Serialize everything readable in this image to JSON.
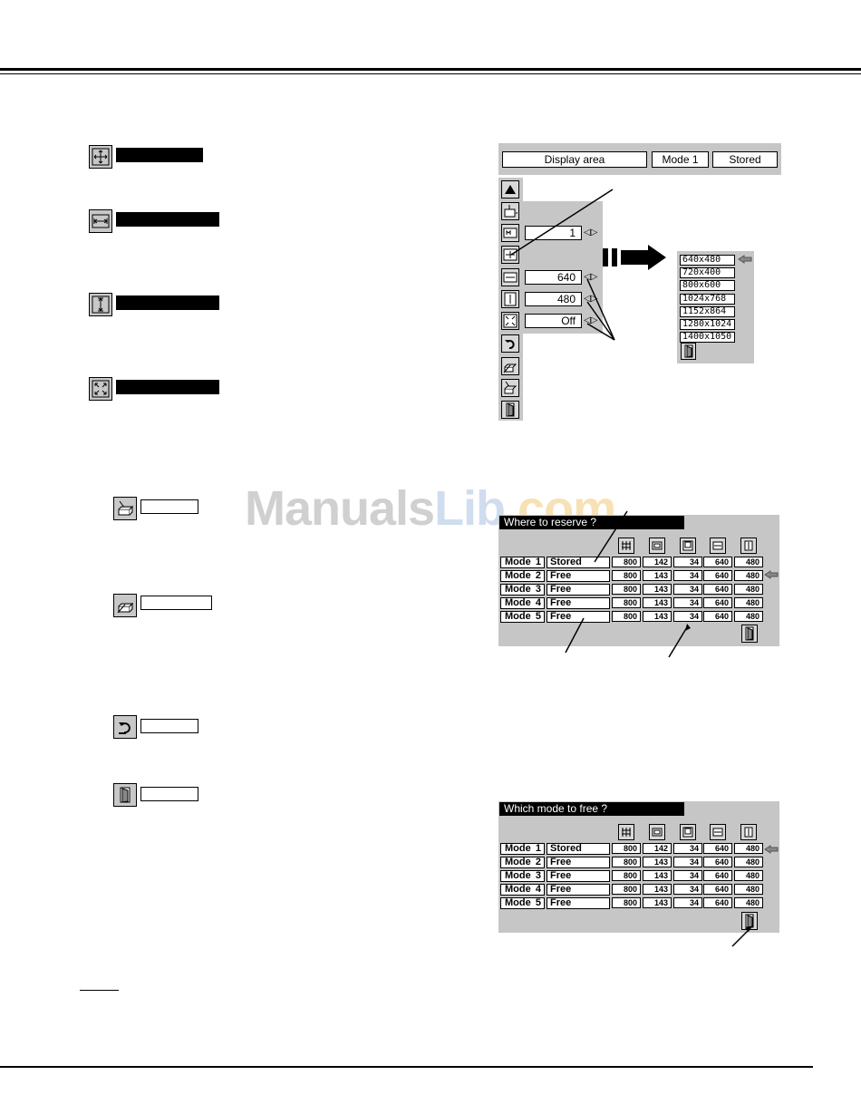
{
  "display_panel": {
    "header": {
      "area_label": "Display area",
      "mode_label": "Mode 1",
      "status_label": "Stored"
    },
    "values": {
      "mode_number": "1",
      "horizontal": "640",
      "vertical": "480",
      "full_screen": "Off"
    },
    "resolutions": [
      "640x480",
      "720x400",
      "800x600",
      "1024x768",
      "1152x864",
      "1280x1024",
      "1400x1050"
    ]
  },
  "reserve_table": {
    "title": "Where to reserve ?",
    "rows": [
      {
        "mode": "Mode",
        "num": "1",
        "status": "Stored",
        "values": [
          "800",
          "142",
          "34",
          "640",
          "480"
        ]
      },
      {
        "mode": "Mode",
        "num": "2",
        "status": "Free",
        "values": [
          "800",
          "143",
          "34",
          "640",
          "480"
        ]
      },
      {
        "mode": "Mode",
        "num": "3",
        "status": "Free",
        "values": [
          "800",
          "143",
          "34",
          "640",
          "480"
        ]
      },
      {
        "mode": "Mode",
        "num": "4",
        "status": "Free",
        "values": [
          "800",
          "143",
          "34",
          "640",
          "480"
        ]
      },
      {
        "mode": "Mode",
        "num": "5",
        "status": "Free",
        "values": [
          "800",
          "143",
          "34",
          "640",
          "480"
        ]
      }
    ]
  },
  "free_table": {
    "title": "Which mode to free ?",
    "rows": [
      {
        "mode": "Mode",
        "num": "1",
        "status": "Stored",
        "values": [
          "800",
          "142",
          "34",
          "640",
          "480"
        ]
      },
      {
        "mode": "Mode",
        "num": "2",
        "status": "Free",
        "values": [
          "800",
          "143",
          "34",
          "640",
          "480"
        ]
      },
      {
        "mode": "Mode",
        "num": "3",
        "status": "Free",
        "values": [
          "800",
          "143",
          "34",
          "640",
          "480"
        ]
      },
      {
        "mode": "Mode",
        "num": "4",
        "status": "Free",
        "values": [
          "800",
          "143",
          "34",
          "640",
          "480"
        ]
      },
      {
        "mode": "Mode",
        "num": "5",
        "status": "Free",
        "values": [
          "800",
          "143",
          "34",
          "640",
          "480"
        ]
      }
    ]
  },
  "watermark": {
    "part1": "Manuals",
    "part2": "Lib",
    "part3": ".com"
  }
}
